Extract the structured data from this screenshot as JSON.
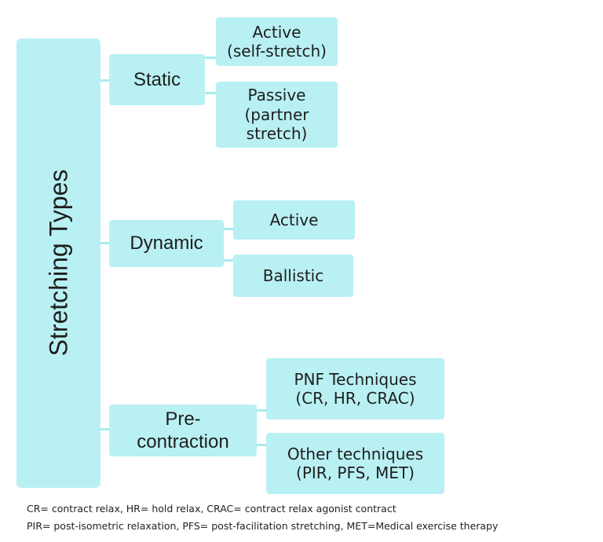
{
  "diagram": {
    "root": {
      "label": "Stretching Types"
    },
    "categories": [
      {
        "label": "Static",
        "children": [
          "Active\n(self-stretch)",
          "Passive\n(partner\nstretch)"
        ]
      },
      {
        "label": "Dynamic",
        "children": [
          "Active",
          "Ballistic"
        ]
      },
      {
        "label": "Pre-\ncontraction",
        "children": [
          "PNF Techniques\n(CR, HR, CRAC)",
          "Other techniques\n(PIR, PFS, MET)"
        ]
      }
    ],
    "footnotes": [
      "CR= contract relax, HR= hold relax, CRAC= contract relax agonist contract",
      "PIR= post-isometric relaxation, PFS= post-facilitation stretching, MET=Medical exercise therapy"
    ]
  },
  "colors": {
    "box_fill": "#b9f0f3",
    "connector": "#a8ecef",
    "text": "#1e1e1e"
  }
}
